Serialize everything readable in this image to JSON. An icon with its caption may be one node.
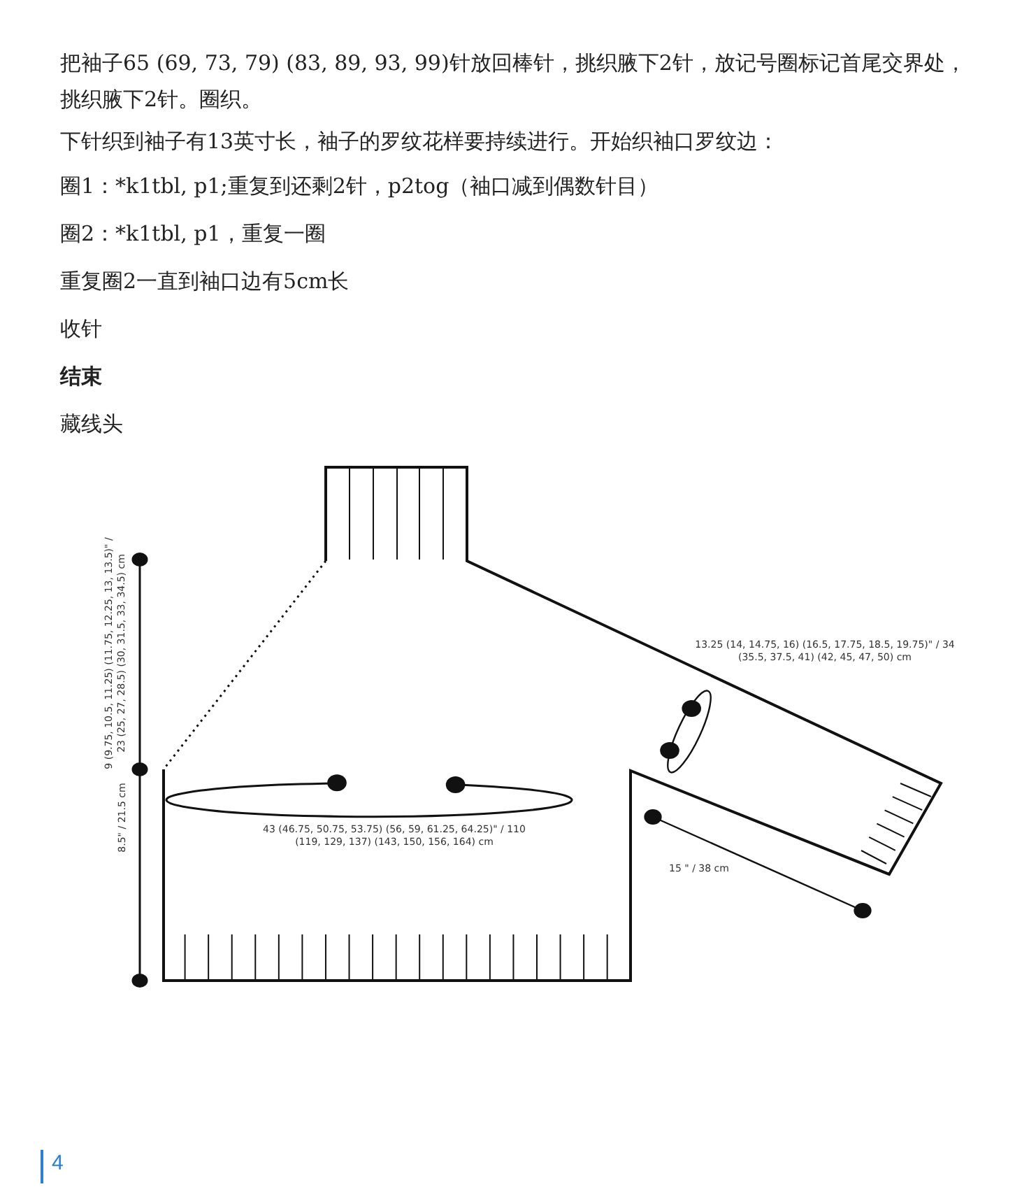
{
  "diagram": {
    "labels": [
      "把袖子65 (69, 73, 79) (83, 89, 93, 99)针放回棒针，挑织腋下2针，放记号圈标记首尾交界处，挑织腋下2针。圈织。",
      "下针织到袖子有13英寸长，袖子的罗纹花样要持续进行。开始织袖口罗纹边：",
      "圈1：*k1tbl, p1;重复到还剩2针，p2tog（袖口减到偶数针目）",
      "圈2：*k1tbl, p1，重复一圈",
      "重复圈2一直到袖口边有5cm长",
      "收针",
      "结束",
      "藏线头",
      "9 (9.75, 10.5, 11.25) (11.75, 12.25, 13, 13.5)\" / 23 (25, 27, 28.5) (30, 31.5, 33, 34.5) cm",
      "8.5\" / 21.5 cm",
      "13.25 (14, 14.75, 16) (16.5, 17.75, 18.5, 19.75)\" / 34 (35.5, 37.5, 41) (42, 45, 47, 50) cm",
      "43 (46.75, 50.75, 53.75) (56, 59, 61.25, 64.25)\" / 110 (119, 129, 137) (143, 150, 156, 164) cm",
      "15 \" / 38 cm",
      "4"
    ]
  }
}
